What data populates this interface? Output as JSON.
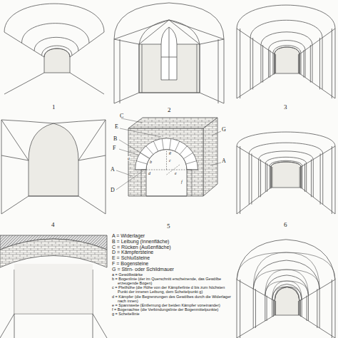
{
  "diagram": {
    "labels": [
      "1",
      "2",
      "3",
      "4",
      "C",
      "E",
      "B",
      "F",
      "A",
      "D",
      "G",
      "A",
      "a",
      "b",
      "c",
      "d",
      "e",
      "f",
      "g",
      "5",
      "6",
      "A = Widerlager",
      "B = Leibung (Innenfläche)",
      "C = Rücken (Außenfläche)",
      "D = Kämpfersteine",
      "E = Schlußsteine",
      "F = Bogensteine",
      "G = Stirn- oder Schildmauer",
      "a = Gewölbstärke",
      "b = Bogenlinie (der im Querschnitt erscheinende, das Gewölbe erzeugende Bogen)",
      "c = Pfeilhöhe (die Höhe von der Kämpferlinie d bis zum höchsten Punkt der inneren Leibung, dem Scheitelpunkt g)",
      "d = Kämpfer (die Begrenzungen des Gewölbes durch die Widerlager nach innen)",
      "e = Spannweite (Entfernung der beiden Kämpfer voneinander)",
      "f = Bogenachse (die Verbindungslinie der Bogenmittelpunkte)",
      "g = Scheitellinie"
    ]
  }
}
